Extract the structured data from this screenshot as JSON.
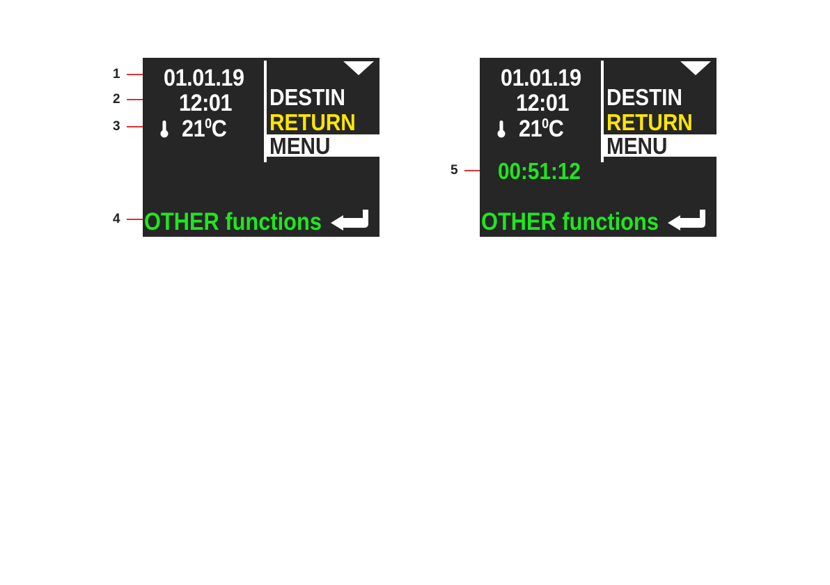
{
  "colors": {
    "screen_bg": "#262626",
    "text": "#ffffff",
    "highlight": "#ffe600",
    "green": "#1fe61f",
    "callout": "#e03131"
  },
  "callouts": [
    "1",
    "2",
    "3",
    "4",
    "5"
  ],
  "screen_a": {
    "date": "01.01.19",
    "time": "12:01",
    "temp_value": "21",
    "temp_degree": "0",
    "temp_unit": "C",
    "menu": {
      "destin": "DESTIN",
      "return": "RETURN",
      "menu": "MENU"
    },
    "other": "OTHER functions"
  },
  "screen_b": {
    "date": "01.01.19",
    "time": "12:01",
    "temp_value": "21",
    "temp_degree": "0",
    "temp_unit": "C",
    "menu": {
      "destin": "DESTIN",
      "return": "RETURN",
      "menu": "MENU"
    },
    "timer": "00:51:12",
    "other": "OTHER functions"
  },
  "icons": [
    "thermometer-icon",
    "dropdown-triangle-icon",
    "enter-arrow-icon",
    "callout-arrow-icon"
  ]
}
